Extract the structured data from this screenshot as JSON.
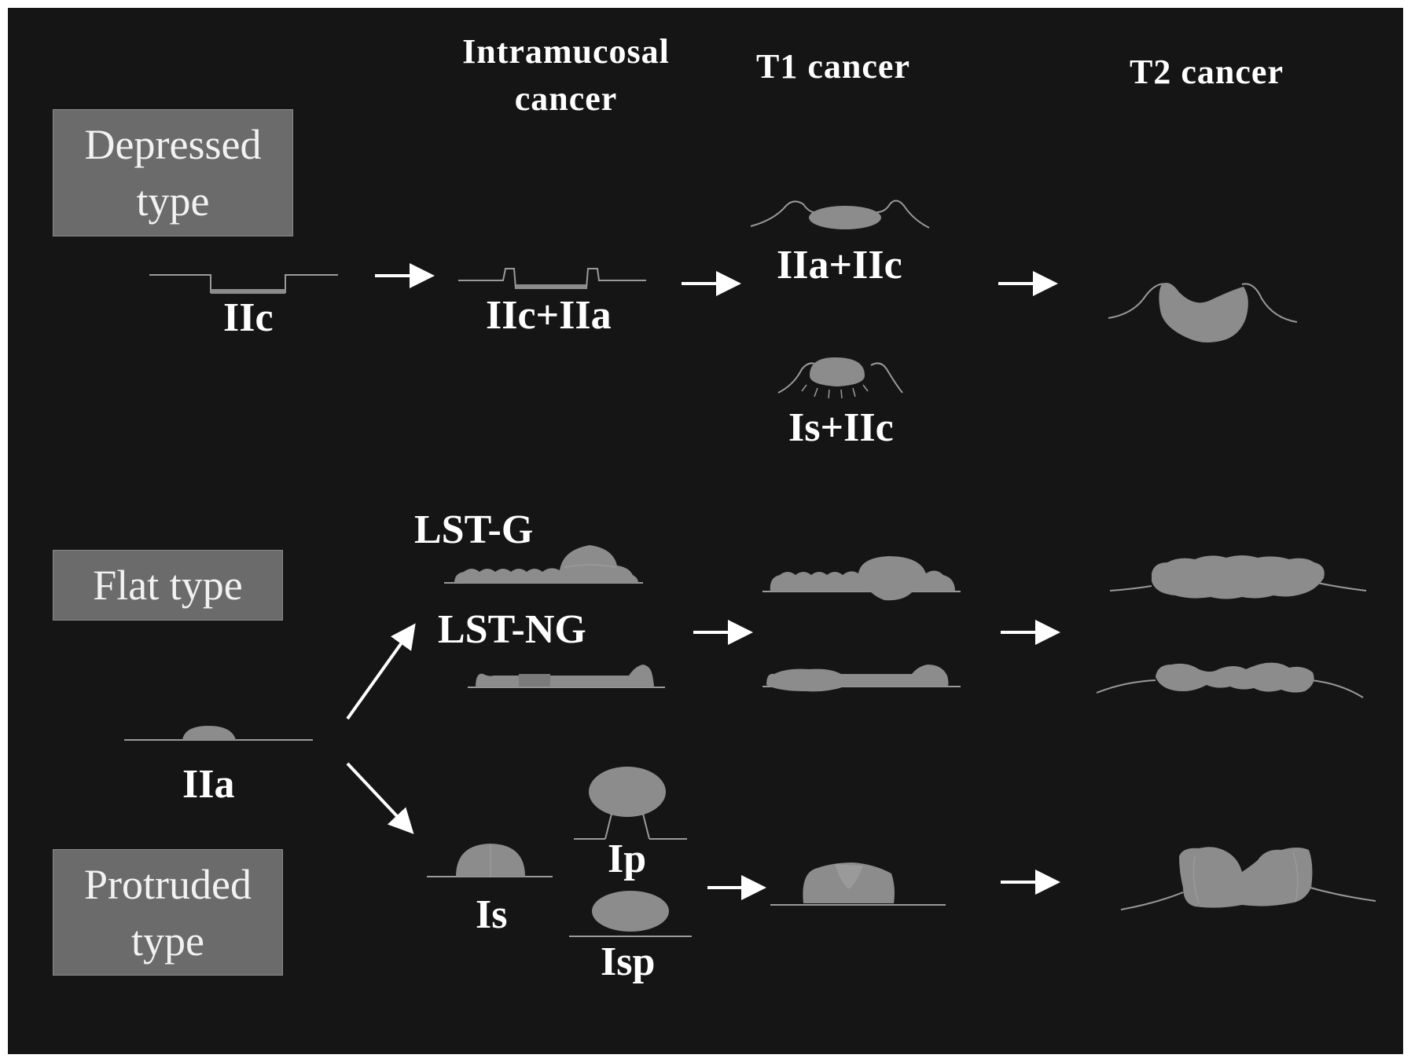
{
  "headers": {
    "intramucosal_line1": "Intramucosal",
    "intramucosal_line2": "cancer",
    "t1": "T1 cancer",
    "t2": "T2 cancer"
  },
  "types": {
    "depressed_line1": "Depressed",
    "depressed_line2": "type",
    "flat": "Flat type",
    "protruded_line1": "Protruded",
    "protruded_line2": "type"
  },
  "labels": {
    "iic": "IIc",
    "iic_iia": "IIc+IIa",
    "iia_iic": "IIa+IIc",
    "is_iic": "Is+IIc",
    "lst_g": "LST-G",
    "lst_ng": "LST-NG",
    "iia": "IIa",
    "is": "Is",
    "ip": "Ip",
    "isp": "Isp"
  },
  "colors": {
    "background": "#151515",
    "lesion": "#8c8c8c",
    "type_box": "#6b6b6b",
    "text": "#ffffff"
  }
}
